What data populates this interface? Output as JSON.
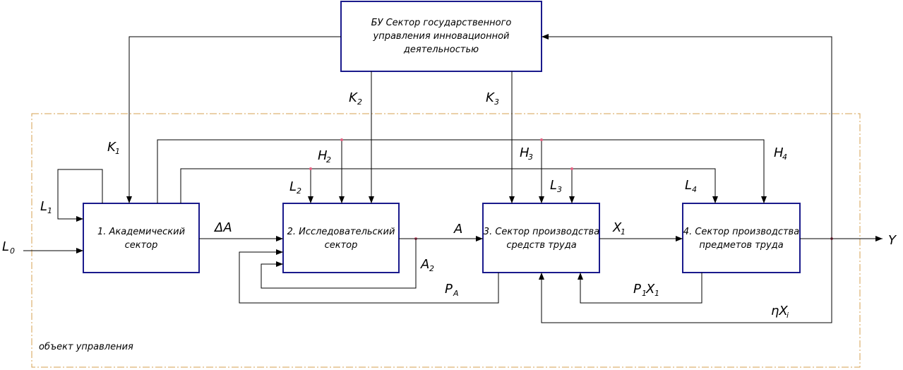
{
  "boxes": {
    "bu": [
      "БУ Сектор государственного",
      "управления инновационной",
      "деятельностью"
    ],
    "b1": [
      "1. Академический",
      "сектор"
    ],
    "b2": [
      "2. Исследовательский",
      "сектор"
    ],
    "b3": [
      "3. Сектор производства",
      "средств труда"
    ],
    "b4": [
      "4. Сектор производства",
      "предметов труда"
    ]
  },
  "labels": {
    "L0": "L",
    "L0_sub": "0",
    "L1": "L",
    "L1_sub": "1",
    "L2": "L",
    "L2_sub": "2",
    "L3": "L",
    "L3_sub": "3",
    "L4": "L",
    "L4_sub": "4",
    "K1": "K",
    "K1_sub": "1",
    "K2": "K",
    "K2_sub": "2",
    "K3": "K",
    "K3_sub": "3",
    "H2": "H",
    "H2_sub": "2",
    "H3": "H",
    "H3_sub": "3",
    "H4": "H",
    "H4_sub": "4",
    "dA": "ΔA",
    "A": "A",
    "A2": "A",
    "A2_sub": "2",
    "PA": "P",
    "PA_sub": "A",
    "X1": "X",
    "X1_sub": "1",
    "P1X1": "P",
    "P1X1_sub": "1",
    "P1X1_x": "X",
    "P1X1_xsub": "1",
    "etaX": "ηX",
    "etaX_sub": "i",
    "Y": "Y"
  },
  "frame_label": "объект управления"
}
